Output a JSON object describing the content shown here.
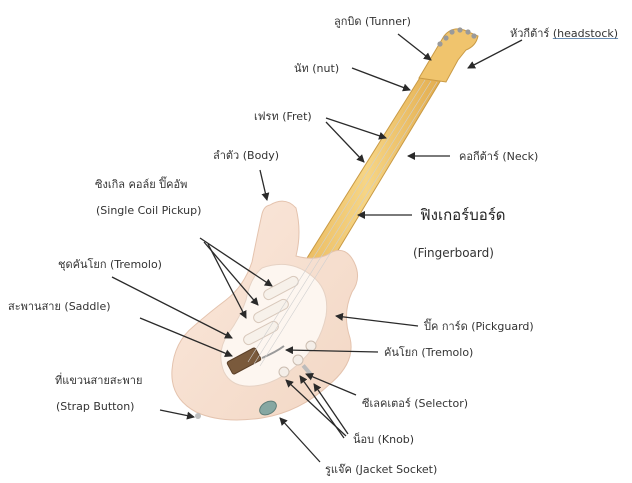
{
  "labels": {
    "tuner": "ลูกบิด (Tunner)",
    "headstock_th": "หัวกีต้าร์",
    "headstock_en": "(headstock)",
    "nut": "นัท (nut)",
    "fret": "เฟรท (Fret)",
    "neck": "คอกีต้าร์ (Neck)",
    "body": "ลำตัว (Body)",
    "single_coil_th": "ซิงเกิล คอล์ย ปิ๊คอัพ",
    "single_coil_en": "(Single Coil Pickup)",
    "fingerboard_th": "ฟิงเกอร์บอร์ด",
    "fingerboard_en": "(Fingerboard)",
    "tremolo_left": "ชุดคันโยก (Tremolo)",
    "saddle": "สะพานสาย (Saddle)",
    "pickguard": "ปิ๊ค การ์ด (Pickguard)",
    "tremolo_right": "คันโยก (Tremolo)",
    "strap_th": "ที่แขวนสายสะพาย",
    "strap_en": "(Strap Button)",
    "selector": "ซีเลคเตอร์ (Selector)",
    "knob": "น็อบ (Knob)",
    "jack": "รูแจ๊ค (Jacket Socket)"
  }
}
